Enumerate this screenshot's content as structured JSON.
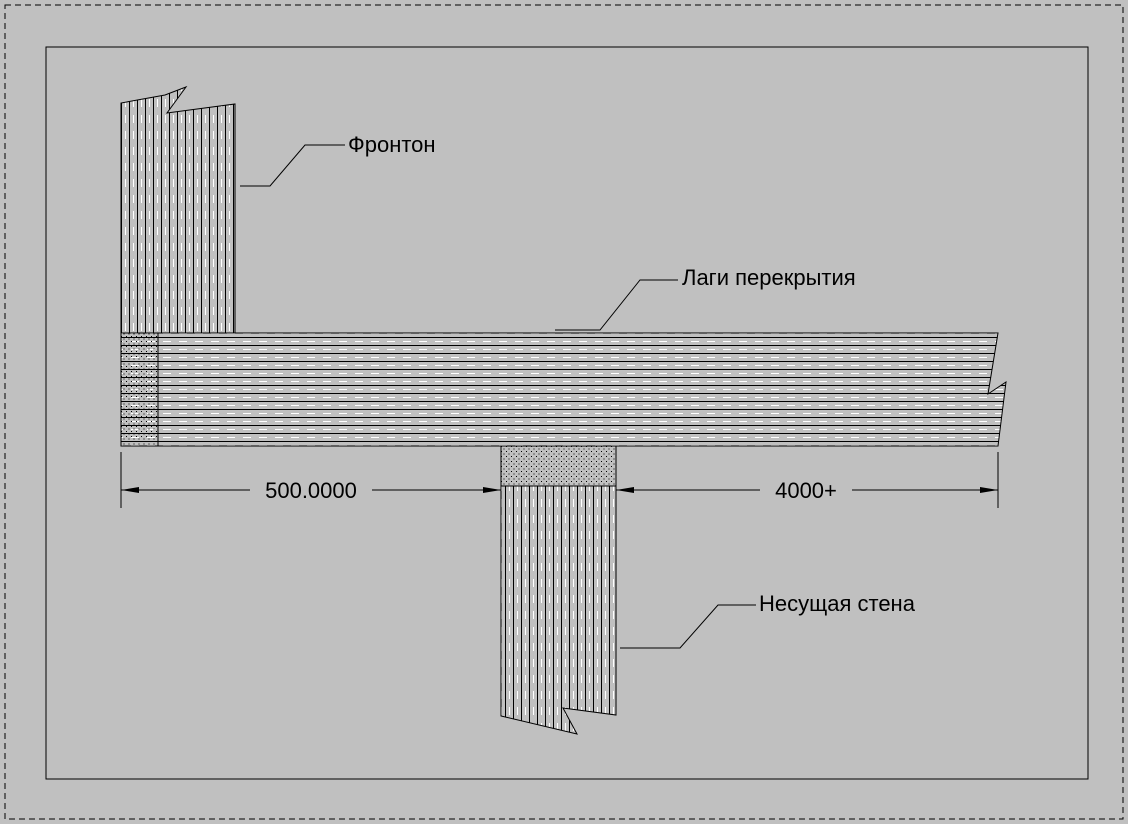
{
  "colors": {
    "background": "#c0c0c0",
    "line": "#000000",
    "hatch": "#ffffff"
  },
  "labels": {
    "gable": "Фронтон",
    "floor_joists": "Лаги перекрытия",
    "bearing_wall": "Несущая стена"
  },
  "dimensions": {
    "left": "500.0000",
    "right": "4000+"
  }
}
